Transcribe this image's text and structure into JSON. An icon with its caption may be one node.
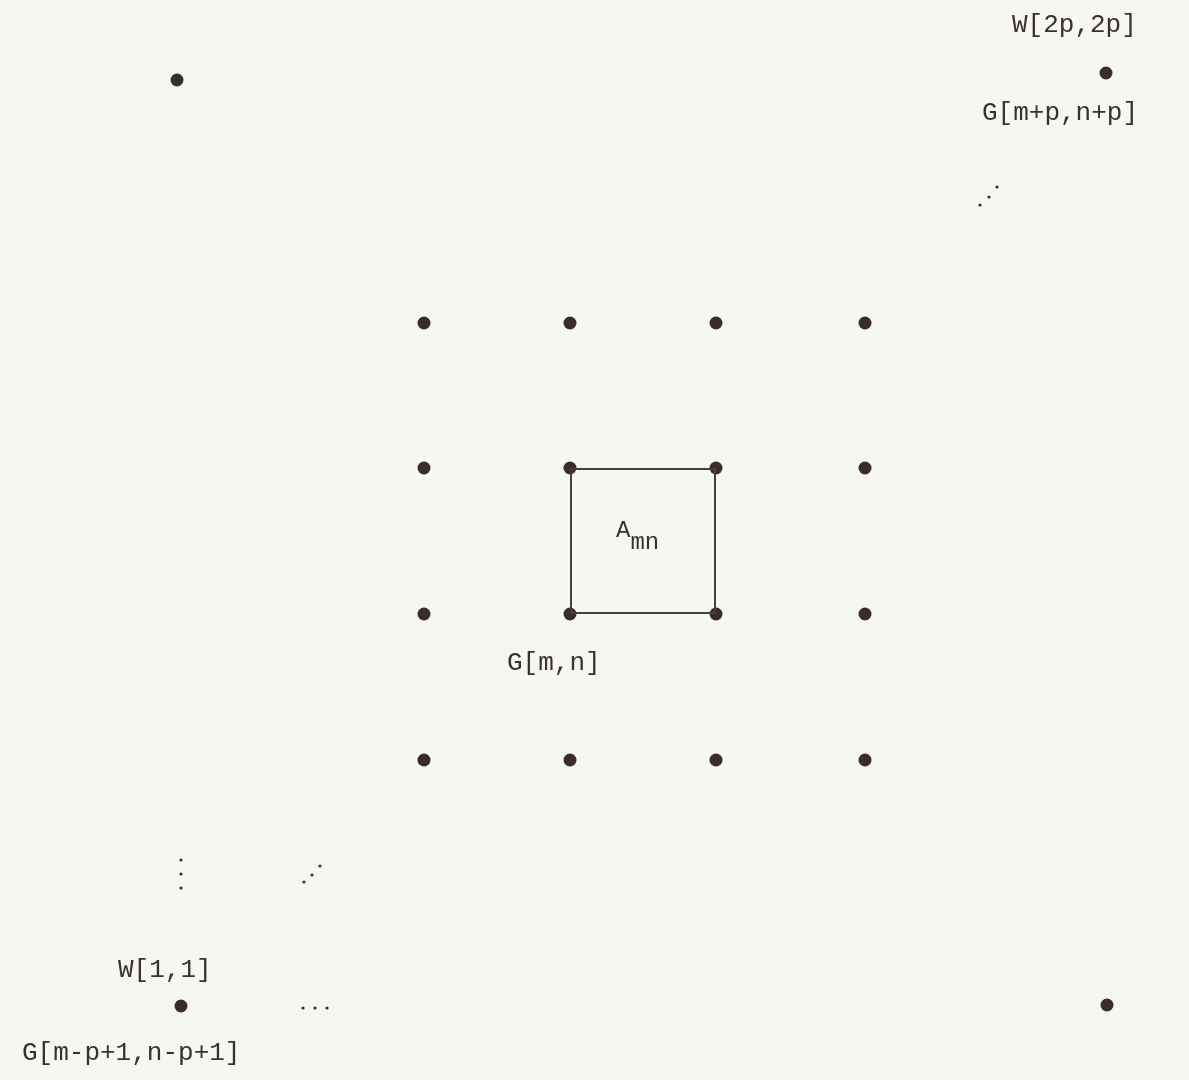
{
  "diagram": {
    "nodes": [
      {
        "text": [
          "A$_{mn}$"
        ]
      }
    ],
    "labels": [
      "W[2p,2p]",
      "G[m+p,n+p]",
      "G[m,n]",
      "W[1,1]",
      "G[m-p+1,n-p+1]"
    ]
  }
}
